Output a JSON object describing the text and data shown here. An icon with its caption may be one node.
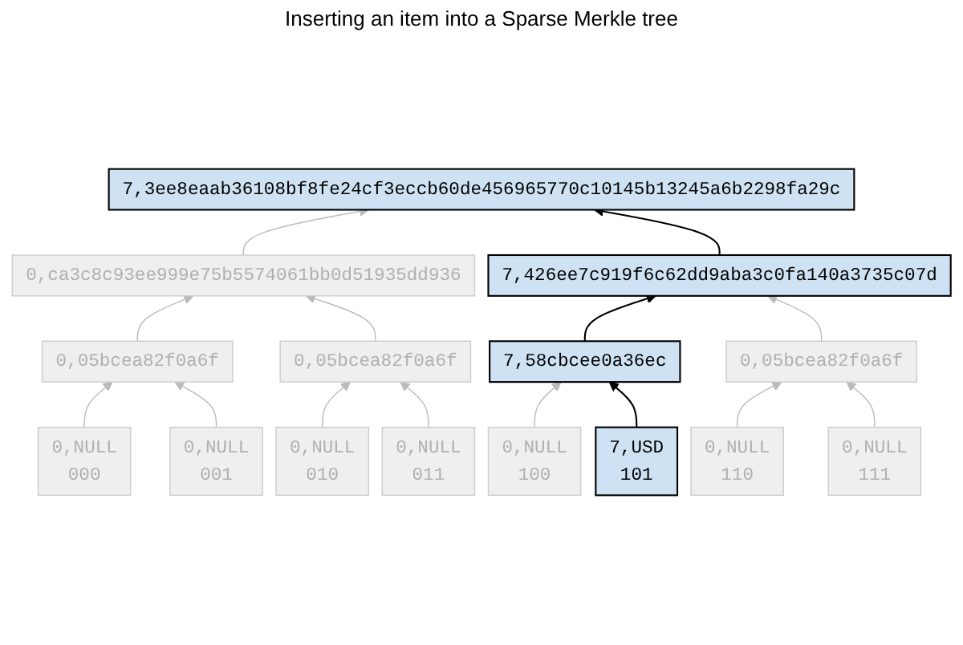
{
  "diagram": {
    "title": "Inserting an item into a Sparse Merkle tree",
    "nodes": [
      {
        "text": [
          "7,3ee8eaab36108bf8fe24cf3eccb60de456965770c10145b13245a6b2298fa29c"
        ]
      },
      {
        "text": [
          "0,ca3c8c93ee999e75b5574061bb0d51935dd936"
        ]
      },
      {
        "text": [
          "7,426ee7c919f6c62dd9aba3c0fa140a3735c07d"
        ]
      },
      {
        "text": [
          "0,05bcea82f0a6f"
        ]
      },
      {
        "text": [
          "0,05bcea82f0a6f"
        ]
      },
      {
        "text": [
          "7,58cbcee0a36ec"
        ]
      },
      {
        "text": [
          "0,05bcea82f0a6f"
        ]
      },
      {
        "text": [
          "0,NULL",
          "000"
        ]
      },
      {
        "text": [
          "0,NULL",
          "001"
        ]
      },
      {
        "text": [
          "0,NULL",
          "010"
        ]
      },
      {
        "text": [
          "0,NULL",
          "011"
        ]
      },
      {
        "text": [
          "0,NULL",
          "100"
        ]
      },
      {
        "text": [
          "7,USD",
          "101"
        ]
      },
      {
        "text": [
          "0,NULL",
          "110"
        ]
      },
      {
        "text": [
          "0,NULL",
          "111"
        ]
      }
    ],
    "edges": [
      {
        "from": 7,
        "to": 3,
        "arrow": "to"
      },
      {
        "from": 8,
        "to": 3,
        "arrow": "to"
      },
      {
        "from": 9,
        "to": 4,
        "arrow": "to"
      },
      {
        "from": 10,
        "to": 4,
        "arrow": "to"
      },
      {
        "from": 11,
        "to": 5,
        "arrow": "to"
      },
      {
        "from": 12,
        "to": 5,
        "arrow": "to",
        "color": "#000000"
      },
      {
        "from": 13,
        "to": 6,
        "arrow": "to"
      },
      {
        "from": 14,
        "to": 6,
        "arrow": "to"
      },
      {
        "from": 3,
        "to": 1,
        "arrow": "to"
      },
      {
        "from": 4,
        "to": 1,
        "arrow": "to"
      },
      {
        "from": 5,
        "to": 2,
        "arrow": "to",
        "color": "#000000"
      },
      {
        "from": 6,
        "to": 2,
        "arrow": "to"
      },
      {
        "from": 1,
        "to": 0,
        "arrow": "to"
      },
      {
        "from": 2,
        "to": 0,
        "arrow": "to",
        "color": "#000000"
      }
    ]
  }
}
